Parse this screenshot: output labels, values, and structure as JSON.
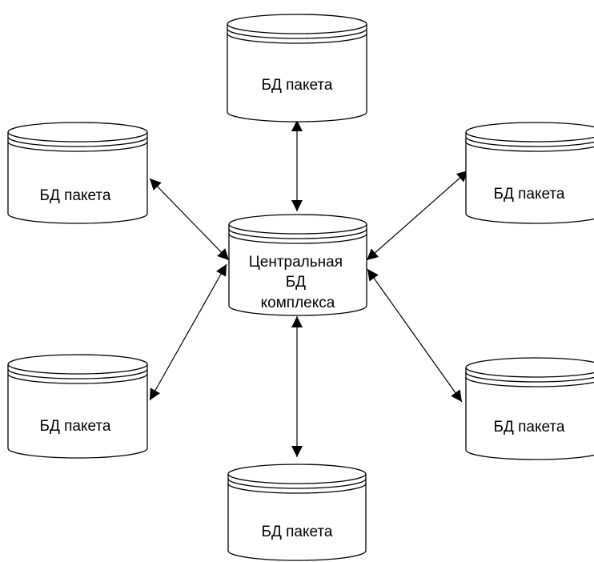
{
  "diagram": {
    "central": {
      "lines": [
        "Центральная",
        "БД",
        "комплекса"
      ]
    },
    "packages": [
      {
        "label": "БД пакета"
      },
      {
        "label": "БД пакета"
      },
      {
        "label": "БД пакета"
      },
      {
        "label": "БД пакета"
      },
      {
        "label": "БД пакета"
      },
      {
        "label": "БД пакета"
      }
    ]
  }
}
